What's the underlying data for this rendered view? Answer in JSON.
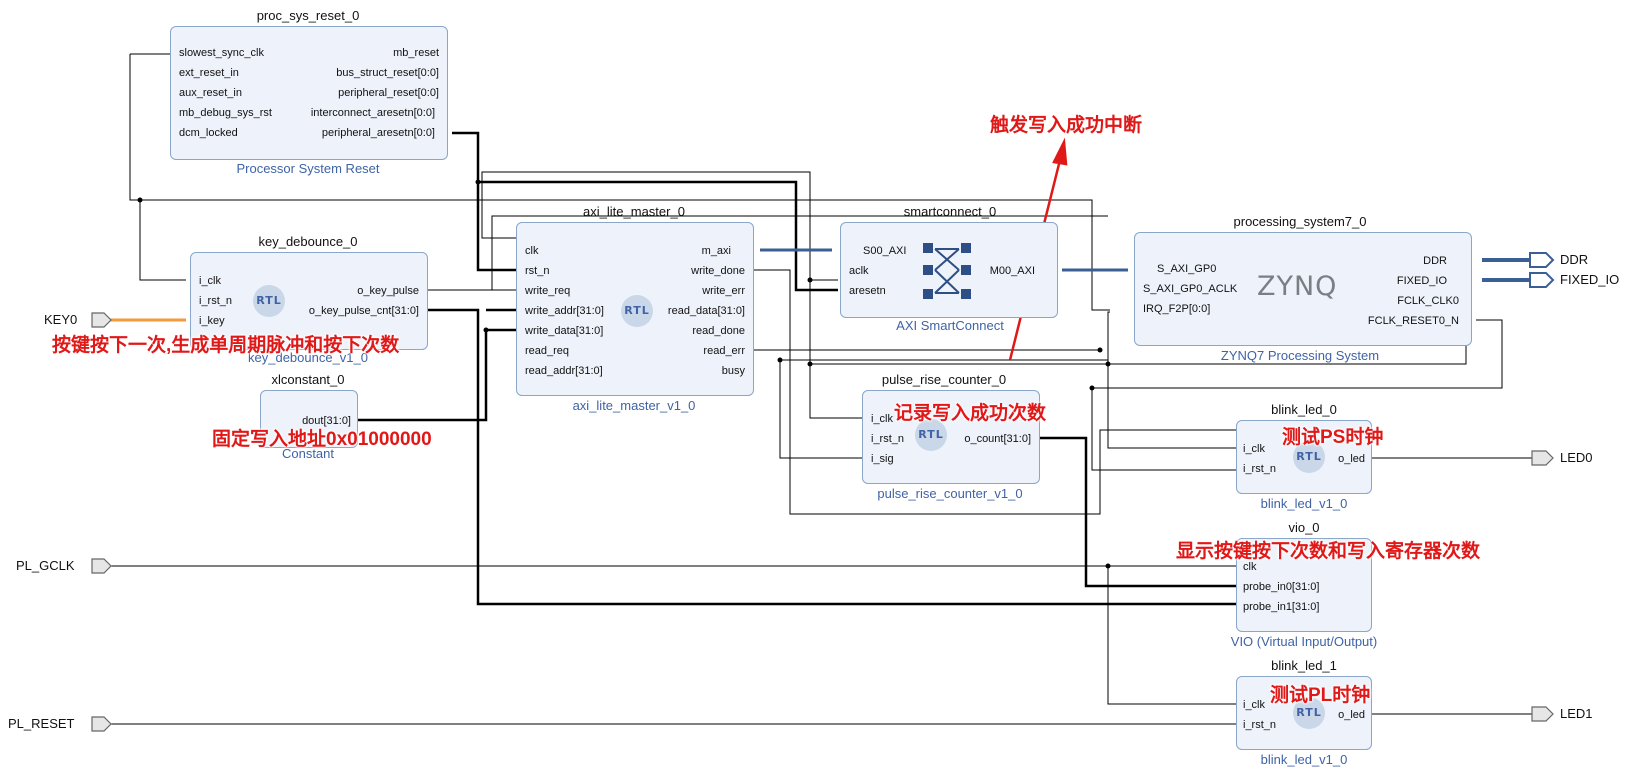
{
  "blocks": {
    "proc_sys_reset": {
      "title": "proc_sys_reset_0",
      "subtitle": "Processor System Reset",
      "inputs": [
        "slowest_sync_clk",
        "ext_reset_in",
        "aux_reset_in",
        "mb_debug_sys_rst",
        "dcm_locked"
      ],
      "outputs": [
        "mb_reset",
        "bus_struct_reset[0:0]",
        "peripheral_reset[0:0]",
        "interconnect_aresetn[0:0]",
        "peripheral_aresetn[0:0]"
      ]
    },
    "key_debounce": {
      "title": "key_debounce_0",
      "subtitle": "key_debounce_v1_0",
      "inputs": [
        "i_clk",
        "i_rst_n",
        "i_key"
      ],
      "outputs": [
        "o_key_pulse",
        "o_key_pulse_cnt[31:0]"
      ]
    },
    "xlconstant": {
      "title": "xlconstant_0",
      "subtitle": "Constant",
      "outputs": [
        "dout[31:0]"
      ]
    },
    "axi_lite_master": {
      "title": "axi_lite_master_0",
      "subtitle": "axi_lite_master_v1_0",
      "inputs": [
        "clk",
        "rst_n",
        "write_req",
        "write_addr[31:0]",
        "write_data[31:0]",
        "read_req",
        "read_addr[31:0]"
      ],
      "outputs": [
        "m_axi",
        "write_done",
        "write_err",
        "read_data[31:0]",
        "read_done",
        "read_err",
        "busy"
      ]
    },
    "smartconnect": {
      "title": "smartconnect_0",
      "subtitle": "AXI SmartConnect",
      "inputs": [
        "S00_AXI",
        "aclk",
        "aresetn"
      ],
      "outputs": [
        "M00_AXI"
      ]
    },
    "processing_system": {
      "title": "processing_system7_0",
      "subtitle": "ZYNQ7 Processing System",
      "logo": "ZYNQ",
      "inputs": [
        "S_AXI_GP0",
        "S_AXI_GP0_ACLK",
        "IRQ_F2P[0:0]"
      ],
      "outputs": [
        "DDR",
        "FIXED_IO",
        "FCLK_CLK0",
        "FCLK_RESET0_N"
      ]
    },
    "pulse_rise_counter": {
      "title": "pulse_rise_counter_0",
      "subtitle": "pulse_rise_counter_v1_0",
      "inputs": [
        "i_clk",
        "i_rst_n",
        "i_sig"
      ],
      "outputs": [
        "o_count[31:0]"
      ]
    },
    "blink_led_0": {
      "title": "blink_led_0",
      "subtitle": "blink_led_v1_0",
      "inputs": [
        "i_clk",
        "i_rst_n"
      ],
      "outputs": [
        "o_led"
      ]
    },
    "vio": {
      "title": "vio_0",
      "subtitle": "VIO (Virtual Input/Output)",
      "inputs": [
        "clk",
        "probe_in0[31:0]",
        "probe_in1[31:0]"
      ]
    },
    "blink_led_1": {
      "title": "blink_led_1",
      "subtitle": "blink_led_v1_0",
      "inputs": [
        "i_clk",
        "i_rst_n"
      ],
      "outputs": [
        "o_led"
      ]
    }
  },
  "rtl_label": "RTL",
  "external_ports": {
    "key0": "KEY0",
    "pl_gclk": "PL_GCLK",
    "pl_reset": "PL_RESET",
    "ddr": "DDR",
    "fixed_io": "FIXED_IO",
    "led0": "LED0",
    "led1": "LED1"
  },
  "annotations": {
    "interrupt": "触发写入成功中断",
    "key_debounce": "按键按下一次,生成单周期脉冲和按下次数",
    "constant": "固定写入地址0x01000000",
    "counter": "记录写入成功次数",
    "ps_clock": "测试PS时钟",
    "vio": "显示按键按下次数和写入寄存器次数",
    "pl_clock": "测试PL时钟"
  },
  "colors": {
    "block_fill": "#eef3fb",
    "block_border": "#8aa6c8",
    "wire": "#000000",
    "bus_wire": "#3a5f94",
    "key_wire": "#f39a3c",
    "annotation": "#e01818",
    "subtitle": "#3f63a6"
  }
}
